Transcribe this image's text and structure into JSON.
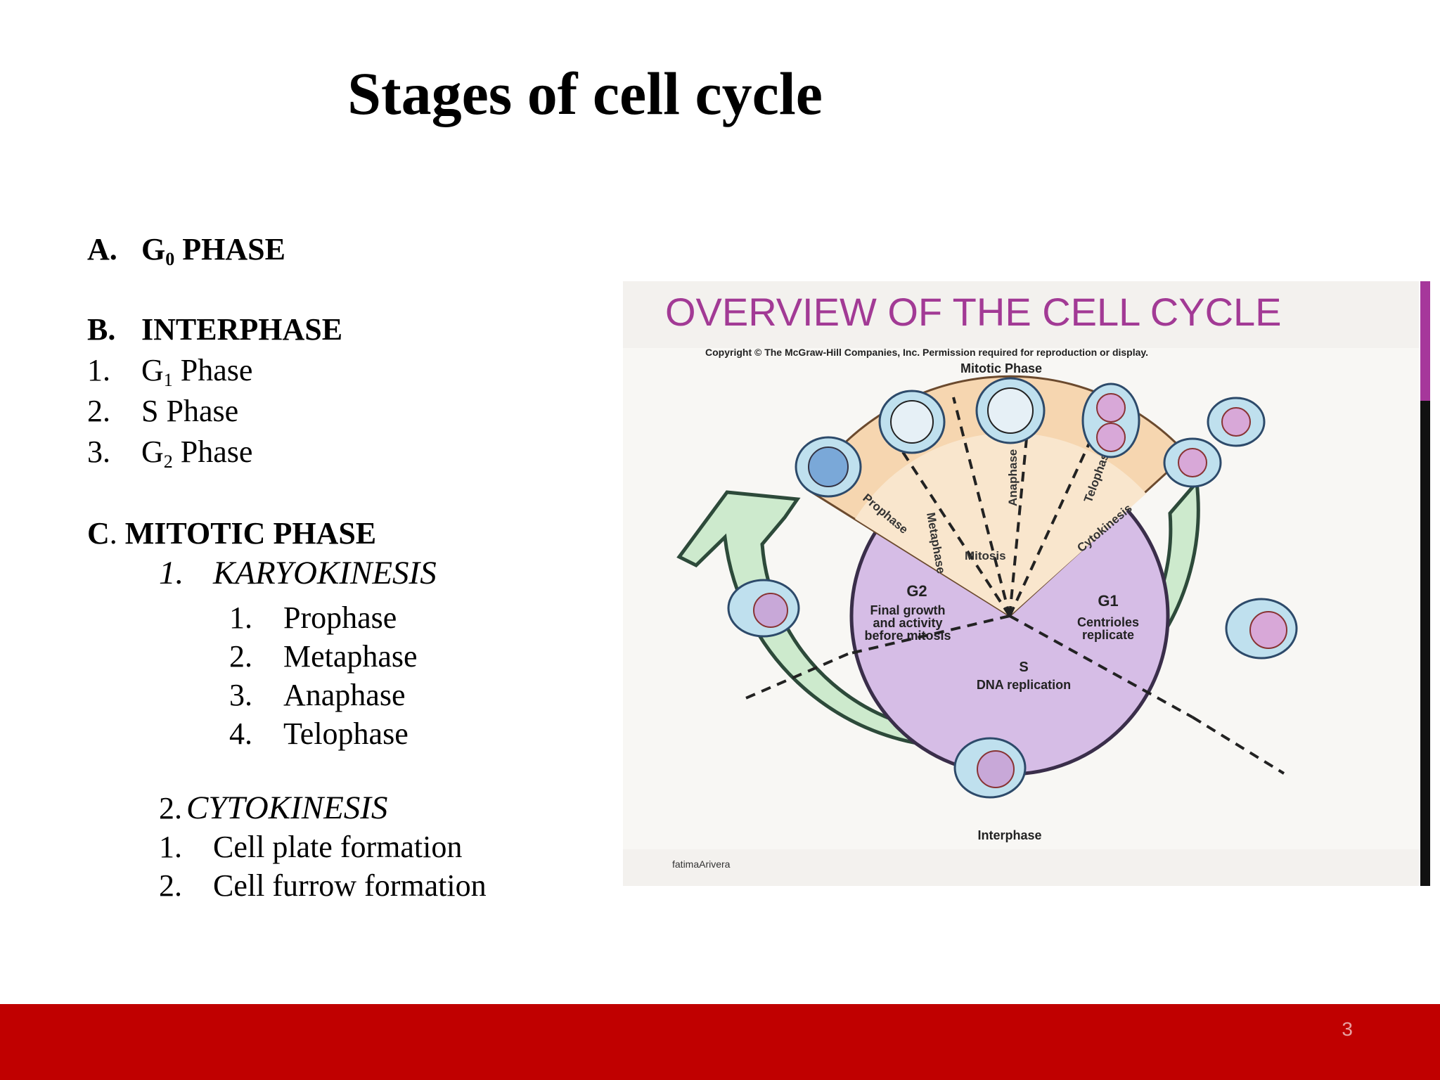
{
  "title": "Stages of cell cycle",
  "outline": {
    "a_label": "A.",
    "a_text_g": "G",
    "a_text_sub": "0",
    "a_text_rest": " PHASE",
    "b_label": "B.",
    "b_text": "INTERPHASE",
    "b_items": [
      {
        "num": "1.",
        "g": "G",
        "sub": "1",
        "rest": " Phase"
      },
      {
        "num": "2.",
        "text": "S Phase"
      },
      {
        "num": "3.",
        "g": "G",
        "sub": "2",
        "rest": " Phase"
      }
    ],
    "c_label": "C",
    "c_dot": ". ",
    "c_text": "MITOTIC PHASE",
    "karyo_num": "1.",
    "karyo_text": "KARYOKINESIS",
    "karyo_items": [
      {
        "num": "1.",
        "text": "Prophase"
      },
      {
        "num": "2.",
        "text": "Metaphase"
      },
      {
        "num": "3.",
        "text": "Anaphase"
      },
      {
        "num": "4.",
        "text": "Telophase"
      }
    ],
    "cyto_num": "2.",
    "cyto_text": "CYTOKINESIS",
    "cyto_items": [
      {
        "num": "1.",
        "text": "Cell plate formation"
      },
      {
        "num": "2.",
        "text": "Cell furrow formation"
      }
    ]
  },
  "figure": {
    "heading": "OVERVIEW OF THE CELL CYCLE",
    "copyright": "Copyright © The McGraw-Hill Companies, Inc. Permission required for reproduction or display.",
    "mitotic_phase": "Mitotic Phase",
    "prophase": "Prophase",
    "metaphase": "Metaphase",
    "anaphase": "Anaphase",
    "telophase": "Telophase",
    "cytokinesis": "Cytokinesis",
    "mitosis": "Mitosis",
    "g2": "G2",
    "g2_desc1": "Final growth",
    "g2_desc2": "and activity",
    "g2_desc3": "before mitosis",
    "g1": "G1",
    "g1_desc1": "Centrioles",
    "g1_desc2": "replicate",
    "s": "S",
    "s_desc": "DNA replication",
    "interphase": "Interphase",
    "credit": "fatimaArivera",
    "colors": {
      "heading": "#a23a95",
      "mitosis": "#f6d6b0",
      "g2": "#d6bde6",
      "ring": "#cdeacd"
    }
  },
  "page_number": "3"
}
